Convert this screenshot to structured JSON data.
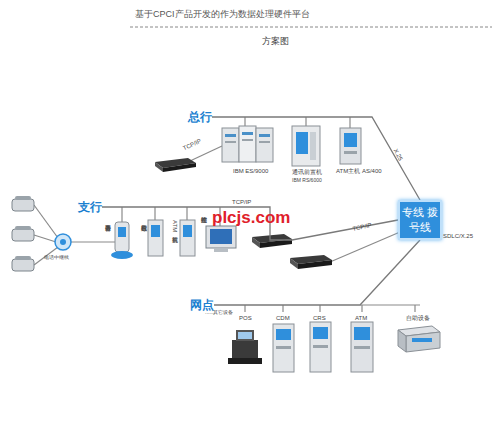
{
  "diagram": {
    "title": "基于CPCI产品开发的作为数据处理硬件平台",
    "nodes": [
      {
        "text": [
          "专线 拨号线"
        ]
      },
      {
        "text": [
          "总行"
        ]
      },
      {
        "text": [
          "支行"
        ]
      },
      {
        "text": [
          "网点"
        ]
      }
    ],
    "edges": [
      {
        "from": 0,
        "to": 1,
        "label": "X.25",
        "arrow": "none"
      },
      {
        "from": 0,
        "to": 2,
        "label": "TCP/IP",
        "arrow": "none"
      },
      {
        "from": 0,
        "to": 3,
        "arrow": "none"
      }
    ],
    "labels": [
      "方案图",
      "TCP/IP",
      "IBM ES/9000",
      "通讯前置机",
      "IBM RS/6000",
      "ATM主机 AS/400",
      "SDLC/X.25",
      "电话中继线",
      "语音服务器",
      "综合前置机",
      "ATM前置机",
      "监控终端",
      "TCP/IP",
      "......其它设备",
      "POS",
      "CDM",
      "CRS",
      "ATM",
      "自助设备",
      "plcjs.com"
    ]
  }
}
